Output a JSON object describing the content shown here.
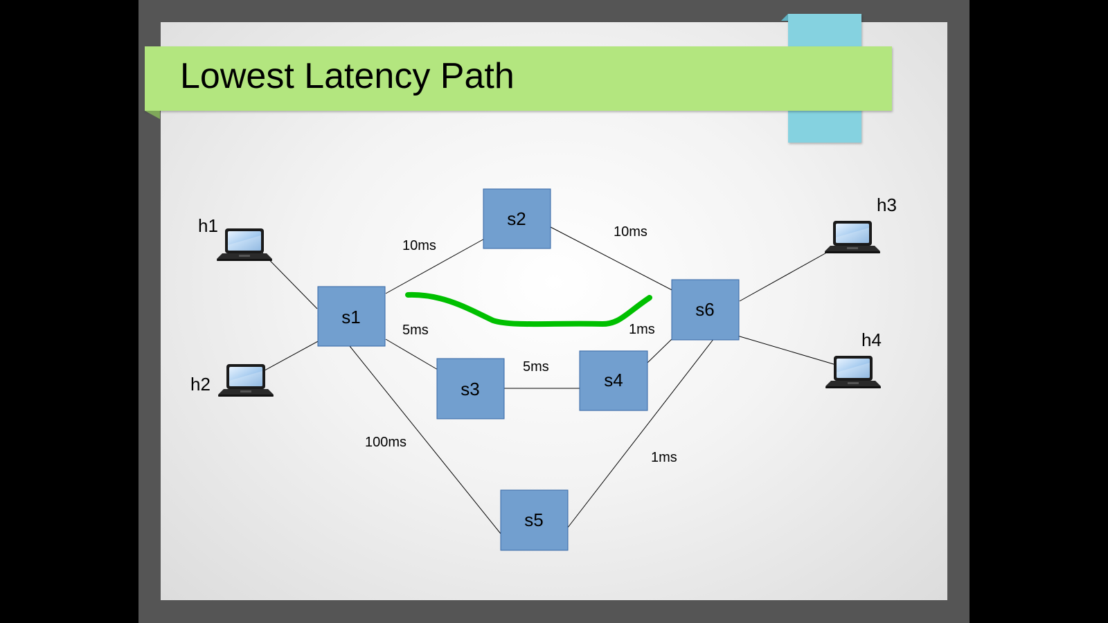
{
  "slide": {
    "title": "Lowest Latency Path"
  },
  "colors": {
    "title_banner": "#b3e67f",
    "accent_tab": "#85d2e0",
    "switch_fill": "#729fcf",
    "highlight_path": "#00c000"
  },
  "switches": {
    "s1": "s1",
    "s2": "s2",
    "s3": "s3",
    "s4": "s4",
    "s5": "s5",
    "s6": "s6"
  },
  "hosts": {
    "h1": "h1",
    "h2": "h2",
    "h3": "h3",
    "h4": "h4"
  },
  "links": {
    "s1_s2": "10ms",
    "s2_s6": "10ms",
    "s1_s3": "5ms",
    "s3_s4": "5ms",
    "s4_s6": "1ms",
    "s1_s5": "100ms",
    "s5_s6": "1ms"
  },
  "icons": {
    "host": "laptop-icon"
  }
}
